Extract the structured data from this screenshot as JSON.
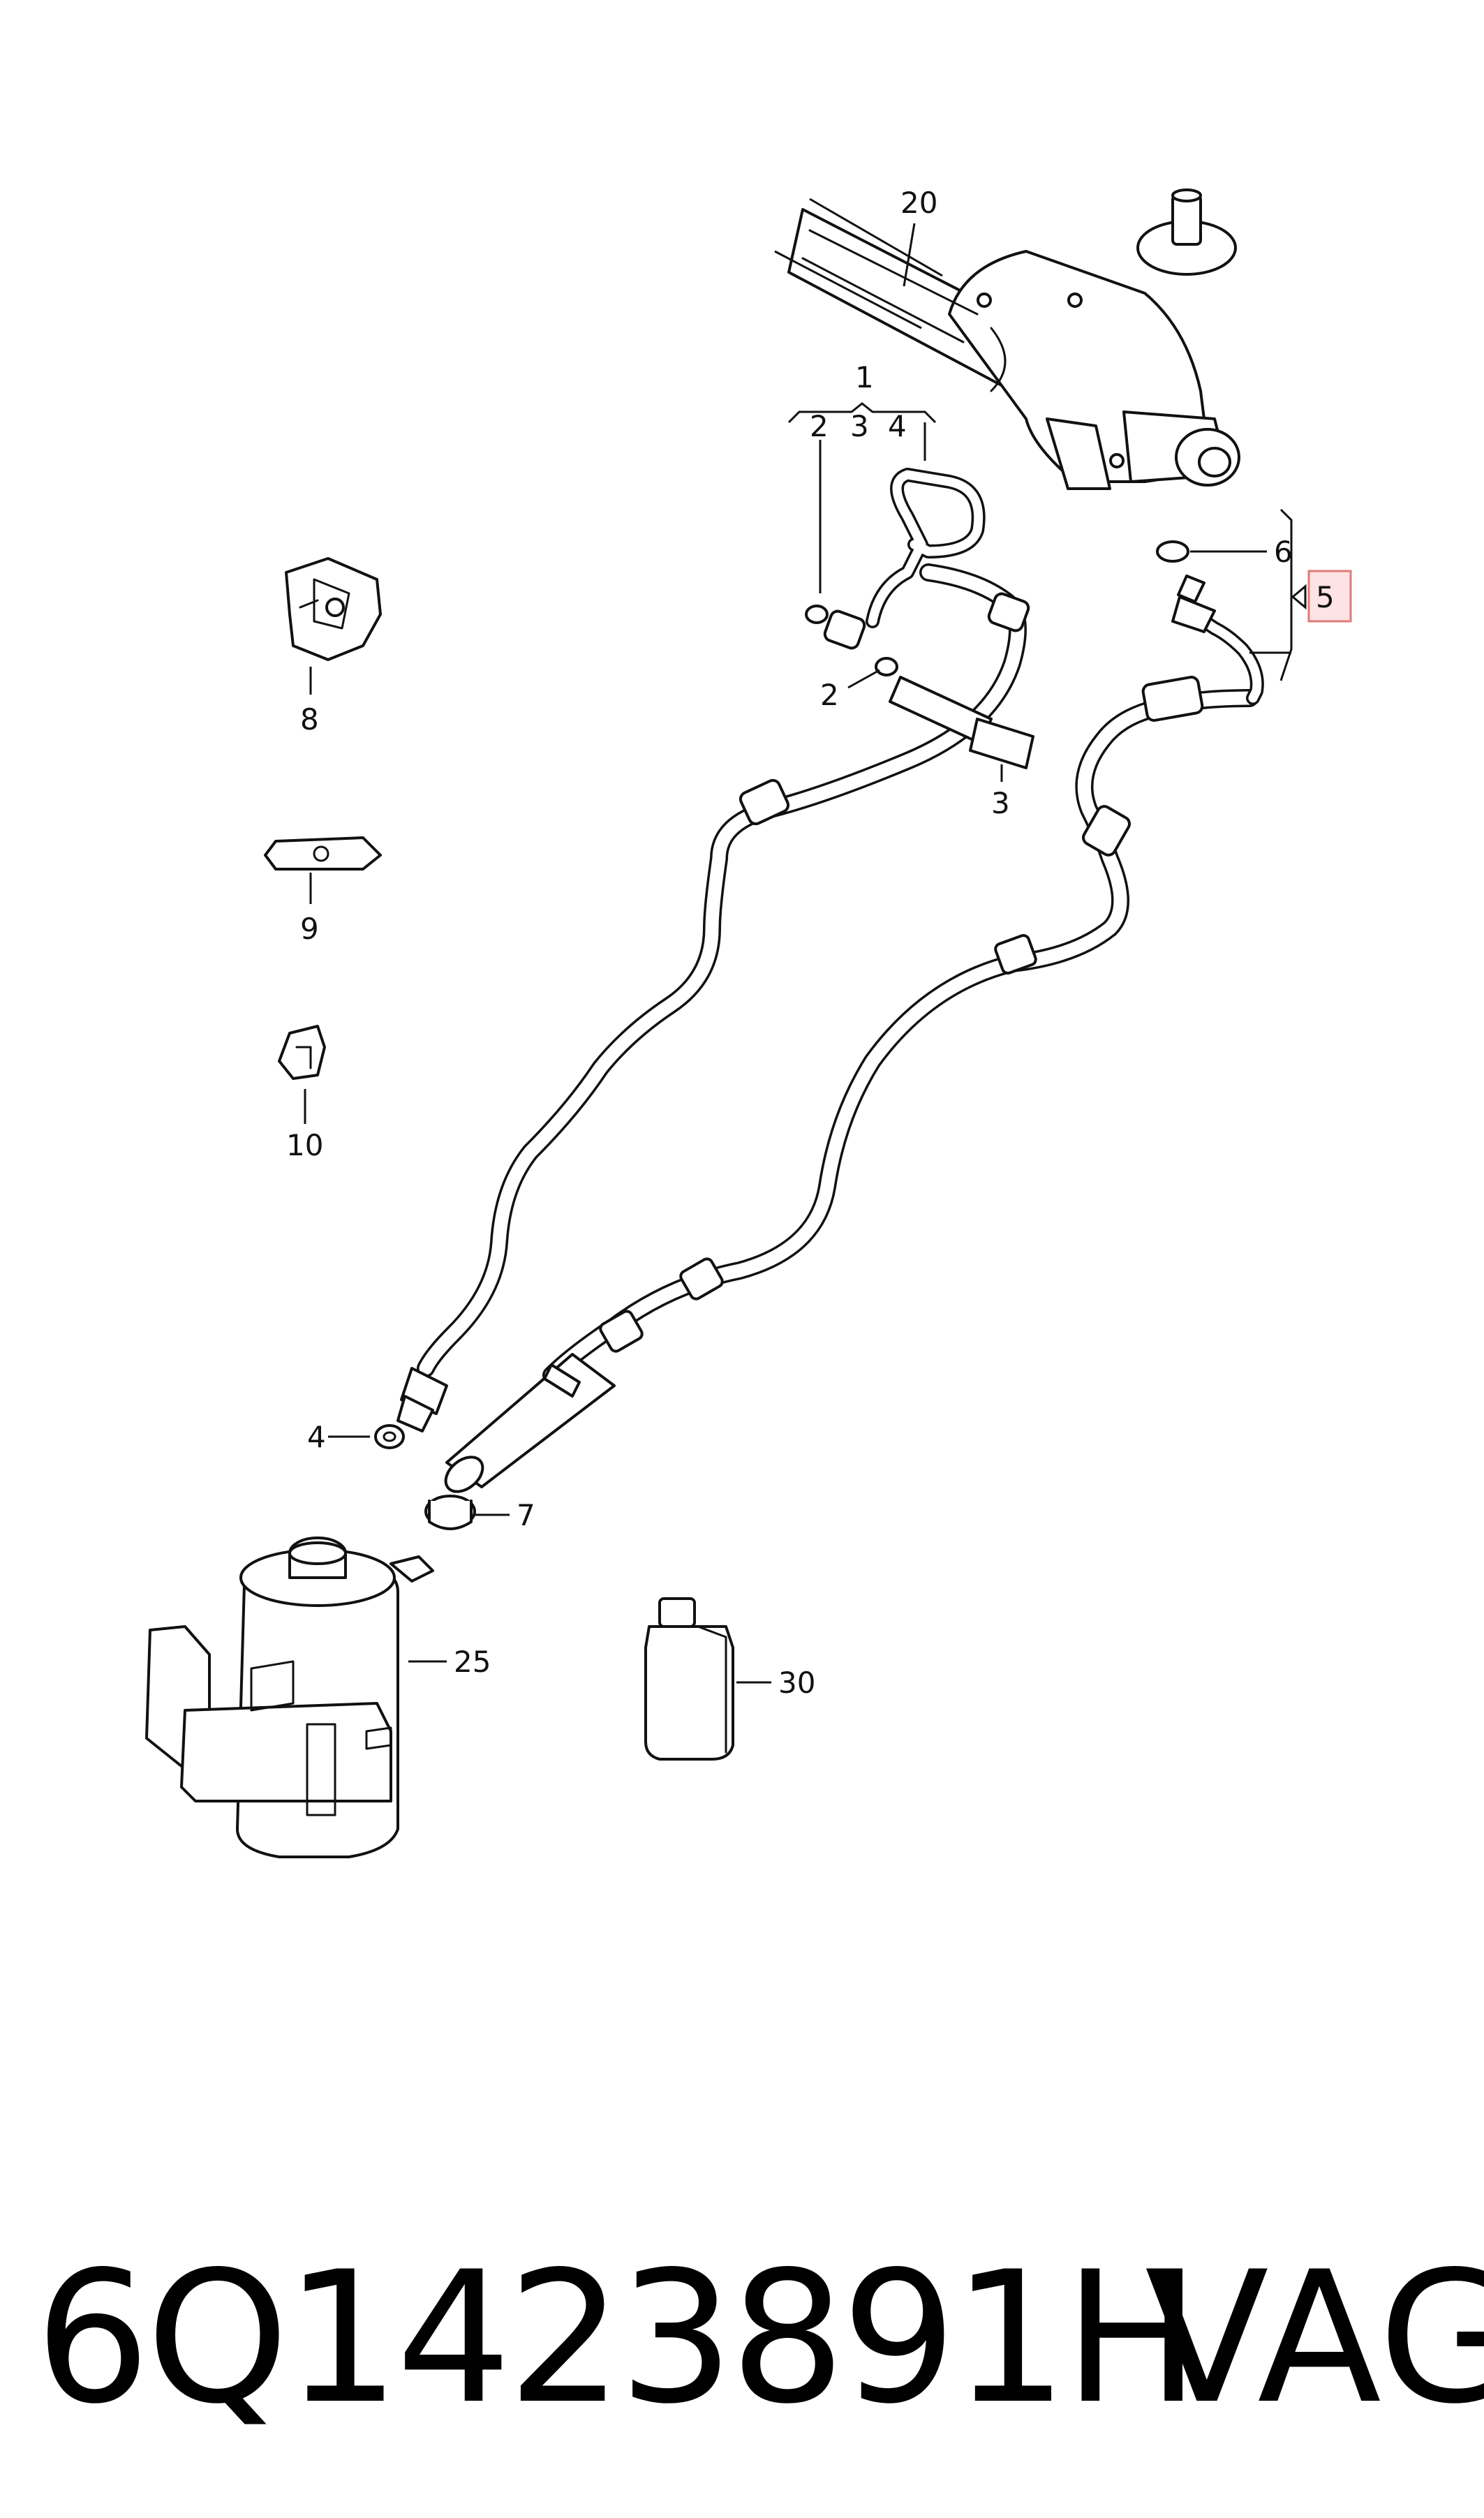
{
  "callouts": {
    "c1": "1",
    "c2a": "2",
    "c3a": "3",
    "c4a": "4",
    "c20": "20",
    "c6": "6",
    "c5": "5",
    "c2b": "2",
    "c3b": "3",
    "c8": "8",
    "c9": "9",
    "c10": "10",
    "c4b": "4",
    "c7": "7",
    "c25": "25",
    "c30": "30"
  },
  "footer": {
    "part_number": "6Q1423891H",
    "brand": "VAG"
  },
  "colors": {
    "highlight_fill": "#fde3e3",
    "highlight_stroke": "#e07a7a",
    "line": "#111111"
  }
}
